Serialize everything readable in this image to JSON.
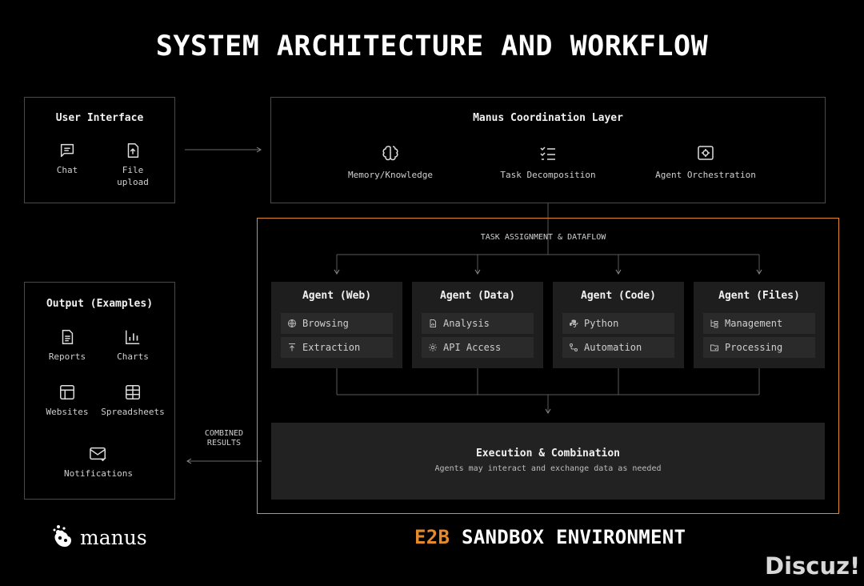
{
  "title": "SYSTEM ARCHITECTURE AND WORKFLOW",
  "user_interface": {
    "title": "User Interface",
    "items": [
      {
        "label": "Chat",
        "icon": "chat-icon"
      },
      {
        "label": "File\nupload",
        "icon": "file-upload-icon"
      }
    ]
  },
  "coordination": {
    "title": "Manus Coordination Layer",
    "items": [
      {
        "label": "Memory/Knowledge",
        "icon": "brain-icon"
      },
      {
        "label": "Task Decomposition",
        "icon": "checklist-icon"
      },
      {
        "label": "Agent Orchestration",
        "icon": "orchestration-icon"
      }
    ]
  },
  "dataflow_label": "TASK ASSIGNMENT & DATAFLOW",
  "agents": [
    {
      "title": "Agent (Web)",
      "items": [
        {
          "label": "Browsing",
          "icon": "globe-icon"
        },
        {
          "label": "Extraction",
          "icon": "extract-icon"
        }
      ]
    },
    {
      "title": "Agent (Data)",
      "items": [
        {
          "label": "Analysis",
          "icon": "analysis-icon"
        },
        {
          "label": "API Access",
          "icon": "gear-icon"
        }
      ]
    },
    {
      "title": "Agent (Code)",
      "items": [
        {
          "label": "Python",
          "icon": "python-icon"
        },
        {
          "label": "Automation",
          "icon": "automation-icon"
        }
      ]
    },
    {
      "title": "Agent (Files)",
      "items": [
        {
          "label": "Management",
          "icon": "tree-icon"
        },
        {
          "label": "Processing",
          "icon": "folder-icon"
        }
      ]
    }
  ],
  "execution": {
    "title": "Execution & Combination",
    "subtitle": "Agents may interact and exchange data as needed"
  },
  "combined_label": "COMBINED\nRESULTS",
  "output": {
    "title": "Output (Examples)",
    "items": [
      {
        "label": "Reports",
        "icon": "report-icon"
      },
      {
        "label": "Charts",
        "icon": "chart-icon"
      },
      {
        "label": "Websites",
        "icon": "website-icon"
      },
      {
        "label": "Spreadsheets",
        "icon": "spreadsheet-icon"
      },
      {
        "label": "Notifications",
        "icon": "mail-icon"
      }
    ]
  },
  "brand": "manus",
  "sandbox": {
    "accent": "E2B",
    "rest": " SANDBOX ENVIRONMENT"
  },
  "watermark": "Discuz!",
  "colors": {
    "accent": "#e38a2e",
    "background": "#000000",
    "card": "#1e1e1e",
    "border": "#4a4a4a"
  }
}
